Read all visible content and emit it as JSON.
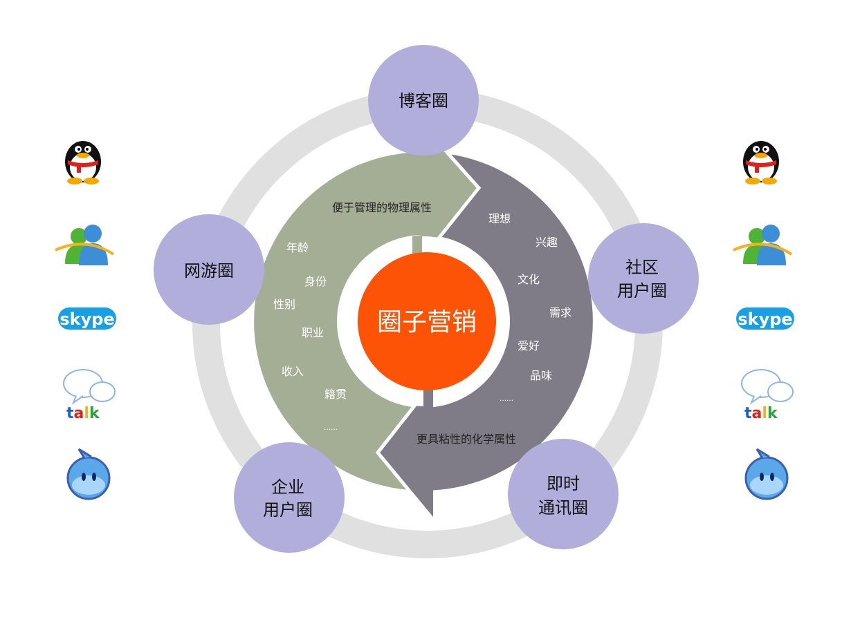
{
  "center": {
    "label": "圈子营销"
  },
  "circles": {
    "blog": {
      "label": "博客圈"
    },
    "game": {
      "label": "网游圈"
    },
    "community": {
      "line1": "社区",
      "line2": "用户圈"
    },
    "enterprise": {
      "line1": "企业",
      "line2": "用户圈"
    },
    "im": {
      "line1": "即时",
      "line2": "通讯圈"
    }
  },
  "arrows": {
    "physical": {
      "title": "便于管理的物理属性",
      "items": [
        "年龄",
        "身份",
        "性别",
        "职业",
        "收入",
        "籍贯",
        "……"
      ]
    },
    "chemical": {
      "title": "更具粘性的化学属性",
      "items": [
        "理想",
        "兴趣",
        "文化",
        "需求",
        "爱好",
        "品味",
        "……"
      ]
    }
  },
  "icons": {
    "columns": [
      "left",
      "right"
    ],
    "items": [
      "qq-penguin-icon",
      "msn-messenger-icon",
      "skype-icon",
      "google-talk-icon",
      "chat-bubble-icon"
    ],
    "skype_text": "skype",
    "talk_text": "talk"
  },
  "colors": {
    "ring": "#e0e0e0",
    "circle": "#b1aedc",
    "physical_arrow": "#a3ae94",
    "chemical_arrow": "#7f7c87",
    "center": "#fd5306"
  }
}
